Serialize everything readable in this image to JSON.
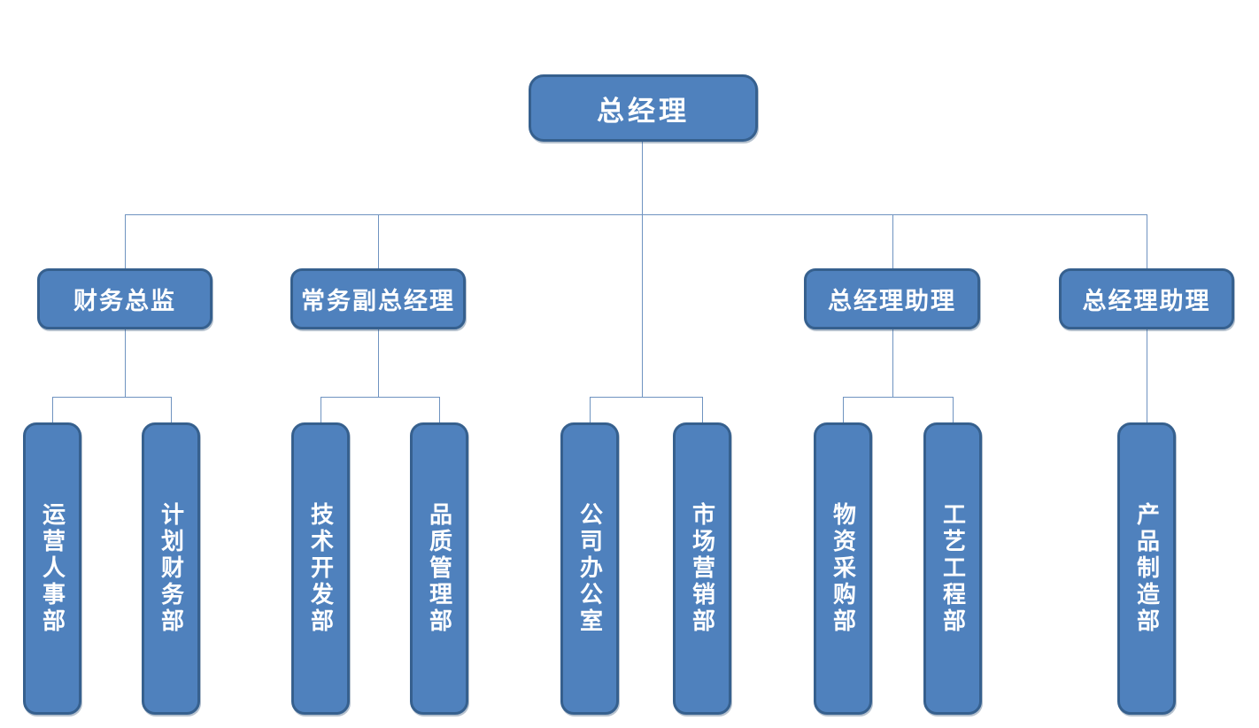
{
  "org": {
    "root": {
      "label": "总经理"
    },
    "managers": [
      {
        "label": "财务总监",
        "children": [
          "运营人事部",
          "计划财务部"
        ]
      },
      {
        "label": "常务副总经理",
        "children": [
          "技术开发部",
          "品质管理部"
        ]
      },
      {
        "label": "总经理助理",
        "children": [
          "物资采购部",
          "工艺工程部"
        ]
      },
      {
        "label": "总经理助理",
        "children": [
          "产品制造部"
        ]
      }
    ],
    "root_direct_children": [
      "公司办公室",
      "市场营销部"
    ],
    "departments": [
      "运营人事部",
      "计划财务部",
      "技术开发部",
      "品质管理部",
      "公司办公室",
      "市场营销部",
      "物资采购部",
      "工艺工程部",
      "产品制造部"
    ]
  },
  "colors": {
    "box_fill": "#4f81bd",
    "box_border": "#36608e",
    "connector_line": "#6f93c0",
    "text": "#ffffff",
    "background": "#ffffff"
  }
}
